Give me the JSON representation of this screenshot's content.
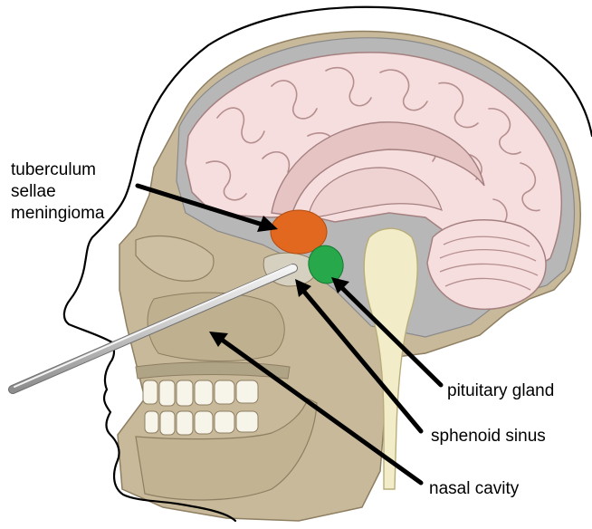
{
  "labels": {
    "tumor_line1": "tuberculum",
    "tumor_line2": "sellae",
    "tumor_line3": "meningioma",
    "pituitary": "pituitary gland",
    "sphenoid": "sphenoid sinus",
    "nasal": "nasal cavity"
  },
  "colors": {
    "brain": "#f6dede",
    "brain_folds": "#b58e8e",
    "skull_bone": "#c8b99a",
    "csf_gray": "#b7b7b7",
    "spinal_cord": "#f2ecc8",
    "tumor": "#e2671f",
    "pituitary": "#27a84a",
    "probe": "#c8c8c8",
    "outline": "#000000"
  }
}
